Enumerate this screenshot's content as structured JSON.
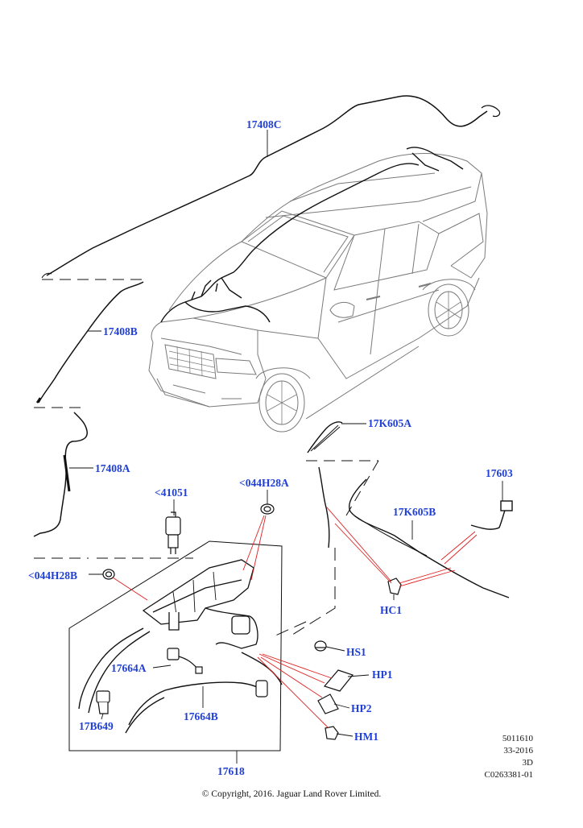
{
  "callouts": {
    "c17408C": "17408C",
    "c17408B": "17408B",
    "c17408A": "17408A",
    "c41051": "<41051",
    "c044H28A": "<044H28A",
    "c044H28B": "<044H28B",
    "c17K605A": "17K605A",
    "c17K605B": "17K605B",
    "c17603": "17603",
    "cHC1": "HC1",
    "cHS1": "HS1",
    "cHP1": "HP1",
    "cHP2": "HP2",
    "cHM1": "HM1",
    "c17664A": "17664A",
    "c17664B": "17664B",
    "c17B649": "17B649",
    "c17618": "17618"
  },
  "meta": {
    "line1": "5011610",
    "line2": "33-2016",
    "line3": "3D",
    "line4": "C0263381-01"
  },
  "copyright": "© Copyright, 2016. Jaguar Land Rover Limited.",
  "colors": {
    "callout": "#1f3fd6",
    "leader": "#e02020",
    "line": "#111111",
    "car": "#6a6a6a"
  }
}
